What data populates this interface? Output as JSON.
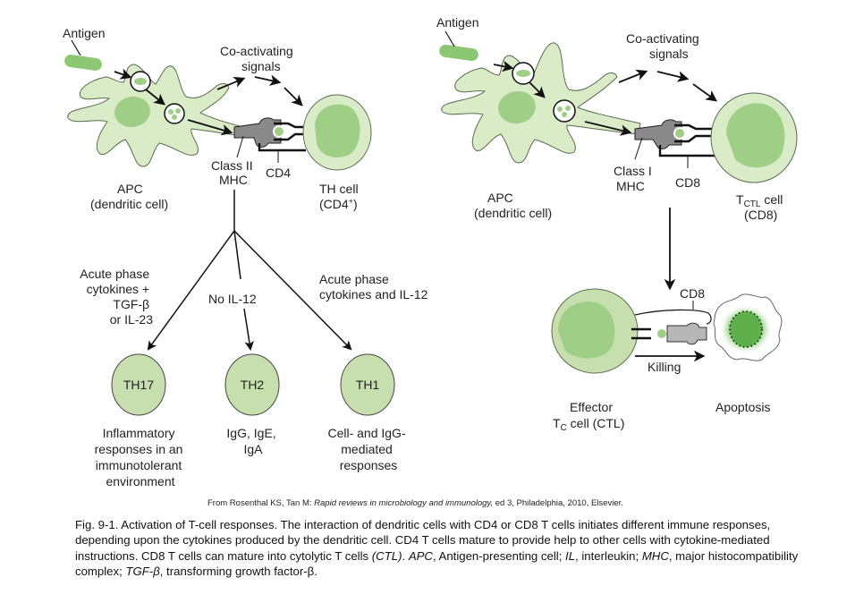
{
  "left_panel": {
    "antigen": "Antigen",
    "coactivating_1": "Co-activating",
    "coactivating_2": "signals",
    "mhc_1": "Class II",
    "mhc_2": "MHC",
    "coreceptor": "CD4",
    "apc_1": "APC",
    "apc_2": "(dendritic cell)",
    "tcell_1": "TH cell",
    "tcell_2_prefix": "(CD4",
    "tcell_2_sup": "+",
    "tcell_2_suffix": ")"
  },
  "branches": [
    {
      "condition": [
        "Acute phase",
        "cytokines +",
        "TGF-β",
        "or IL-23"
      ],
      "cell": "TH17",
      "outcome": [
        "Inflammatory",
        "responses in an",
        "immunotolerant",
        "environment"
      ]
    },
    {
      "condition": [
        "No IL-12"
      ],
      "cell": "TH2",
      "outcome": [
        "IgG, IgE,",
        "IgA"
      ]
    },
    {
      "condition": [
        "Acute phase",
        "cytokines and IL-12"
      ],
      "cell": "TH1",
      "outcome": [
        "Cell- and IgG-",
        "mediated",
        "responses"
      ]
    }
  ],
  "right_panel": {
    "antigen": "Antigen",
    "coactivating_1": "Co-activating",
    "coactivating_2": "signals",
    "mhc_1": "Class I",
    "mhc_2": "MHC",
    "coreceptor": "CD8",
    "apc_1": "APC",
    "apc_2": "(dendritic cell)",
    "tcell_1_main": "T",
    "tcell_1_sub": "CTL",
    "tcell_1_suffix": " cell",
    "tcell_2": "(CD8)",
    "effector_coreceptor": "CD8",
    "killing": "Killing",
    "effector_1": "Effector",
    "effector_2_main": "T",
    "effector_2_sub": "C",
    "effector_2_suffix": " cell (CTL)",
    "apoptosis": "Apoptosis"
  },
  "credit": {
    "prefix": "From Rosenthal KS, Tan M: ",
    "title": "Rapid reviews in microbiology and immunology,",
    "suffix": " ed 3, Philadelphia, 2010, Elsevier."
  },
  "caption": {
    "part1": "Fig. 9-1. Activation of T-cell responses. The interaction of dendritic cells with CD4 or CD8 T cells initiates different immune responses, depending upon the cytokines produced by the dendritic cell. CD4 T cells mature to provide help to other cells with cytokine-mediated instructions. CD8 T cells can mature into cytolytic T cells ",
    "ctl": "(CTL)",
    "part2": ". ",
    "apc": "APC",
    "part3": ", Antigen-presenting cell; ",
    "il": "IL",
    "part4": ", interleukin; ",
    "mhc": "MHC",
    "part5": ", major histocompatibility complex; ",
    "tgf": "TGF-β",
    "part6": ", transforming growth factor-β."
  },
  "colors": {
    "cell_fill": "#d9ebc7",
    "nucleus_fill": "#9fcf86",
    "th_circle_fill": "#c7dfae",
    "mhc_gray": "#8a8a8a",
    "apoptotic_core": "#5fb04a"
  }
}
